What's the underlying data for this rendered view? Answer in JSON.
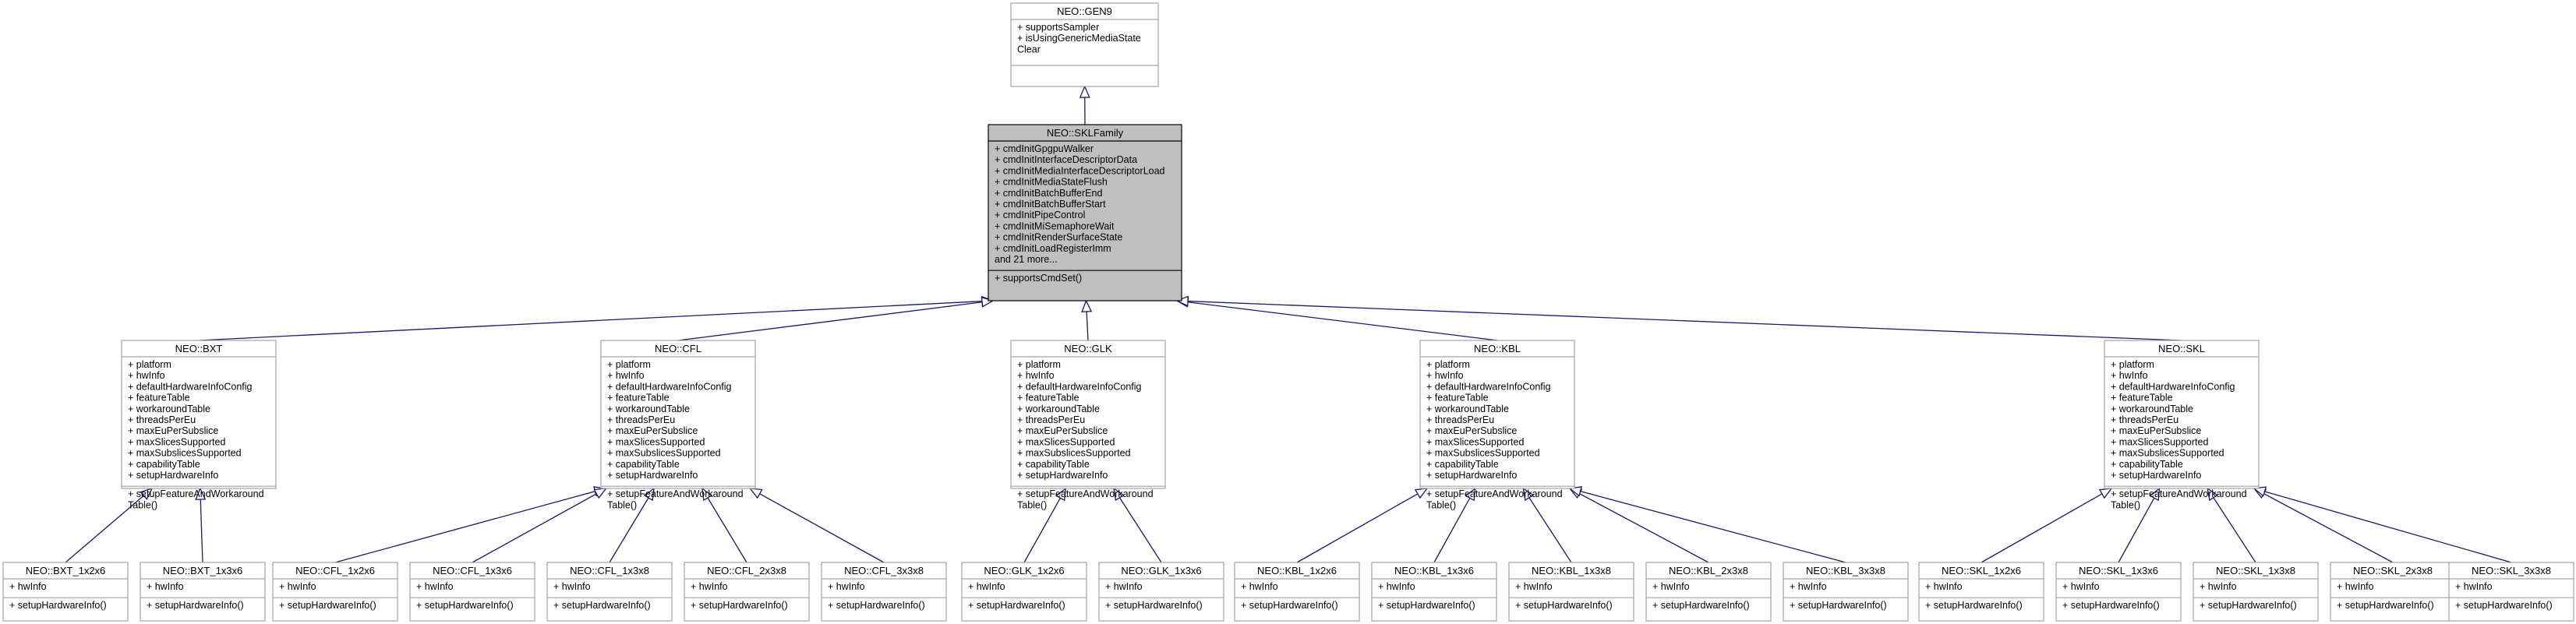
{
  "diagram": {
    "classes": [
      {
        "id": "gen9",
        "name": "NEO::GEN9",
        "attributes": [
          "+ supportsSampler",
          "+ isUsingGenericMediaState",
          "Clear"
        ],
        "methods": [],
        "highlighted": false
      },
      {
        "id": "skl_family",
        "name": "NEO::SKLFamily",
        "attributes": [
          "+ cmdInitGpgpuWalker",
          "+ cmdInitInterfaceDescriptorData",
          "+ cmdInitMediaInterfaceDescriptorLoad",
          "+ cmdInitMediaStateFlush",
          "+ cmdInitBatchBufferEnd",
          "+ cmdInitBatchBufferStart",
          "+ cmdInitPipeControl",
          "+ cmdInitMiSemaphoreWait",
          "+ cmdInitRenderSurfaceState",
          "+ cmdInitLoadRegisterImm",
          "and 21 more..."
        ],
        "methods": [
          "+ supportsCmdSet()"
        ],
        "highlighted": true
      },
      {
        "id": "bxt",
        "name": "NEO::BXT",
        "attributes": [
          "+ platform",
          "+ hwInfo",
          "+ defaultHardwareInfoConfig",
          "+ featureTable",
          "+ workaroundTable",
          "+ threadsPerEu",
          "+ maxEuPerSubslice",
          "+ maxSlicesSupported",
          "+ maxSubslicesSupported",
          "+ capabilityTable",
          "+ setupHardwareInfo"
        ],
        "methods": [
          "+ setupFeatureAndWorkaround",
          "Table()"
        ],
        "highlighted": false
      },
      {
        "id": "cfl",
        "name": "NEO::CFL",
        "attributes": [
          "+ platform",
          "+ hwInfo",
          "+ defaultHardwareInfoConfig",
          "+ featureTable",
          "+ workaroundTable",
          "+ threadsPerEu",
          "+ maxEuPerSubslice",
          "+ maxSlicesSupported",
          "+ maxSubslicesSupported",
          "+ capabilityTable",
          "+ setupHardwareInfo"
        ],
        "methods": [
          "+ setupFeatureAndWorkaround",
          "Table()"
        ],
        "highlighted": false
      },
      {
        "id": "glk",
        "name": "NEO::GLK",
        "attributes": [
          "+ platform",
          "+ hwInfo",
          "+ defaultHardwareInfoConfig",
          "+ featureTable",
          "+ workaroundTable",
          "+ threadsPerEu",
          "+ maxEuPerSubslice",
          "+ maxSlicesSupported",
          "+ maxSubslicesSupported",
          "+ capabilityTable",
          "+ setupHardwareInfo"
        ],
        "methods": [
          "+ setupFeatureAndWorkaround",
          "Table()"
        ],
        "highlighted": false
      },
      {
        "id": "kbl",
        "name": "NEO::KBL",
        "attributes": [
          "+ platform",
          "+ hwInfo",
          "+ defaultHardwareInfoConfig",
          "+ featureTable",
          "+ workaroundTable",
          "+ threadsPerEu",
          "+ maxEuPerSubslice",
          "+ maxSlicesSupported",
          "+ maxSubslicesSupported",
          "+ capabilityTable",
          "+ setupHardwareInfo"
        ],
        "methods": [
          "+ setupFeatureAndWorkaround",
          "Table()"
        ],
        "highlighted": false
      },
      {
        "id": "skl",
        "name": "NEO::SKL",
        "attributes": [
          "+ platform",
          "+ hwInfo",
          "+ defaultHardwareInfoConfig",
          "+ featureTable",
          "+ workaroundTable",
          "+ threadsPerEu",
          "+ maxEuPerSubslice",
          "+ maxSlicesSupported",
          "+ maxSubslicesSupported",
          "+ capabilityTable",
          "+ setupHardwareInfo"
        ],
        "methods": [
          "+ setupFeatureAndWorkaround",
          "Table()"
        ],
        "highlighted": false
      },
      {
        "id": "bxt_1x2x6",
        "name": "NEO::BXT_1x2x6",
        "attributes": [
          "+ hwInfo"
        ],
        "methods": [
          "+ setupHardwareInfo()"
        ],
        "highlighted": false
      },
      {
        "id": "bxt_1x3x6",
        "name": "NEO::BXT_1x3x6",
        "attributes": [
          "+ hwInfo"
        ],
        "methods": [
          "+ setupHardwareInfo()"
        ],
        "highlighted": false
      },
      {
        "id": "cfl_1x2x6",
        "name": "NEO::CFL_1x2x6",
        "attributes": [
          "+ hwInfo"
        ],
        "methods": [
          "+ setupHardwareInfo()"
        ],
        "highlighted": false
      },
      {
        "id": "cfl_1x3x6",
        "name": "NEO::CFL_1x3x6",
        "attributes": [
          "+ hwInfo"
        ],
        "methods": [
          "+ setupHardwareInfo()"
        ],
        "highlighted": false
      },
      {
        "id": "cfl_1x3x8",
        "name": "NEO::CFL_1x3x8",
        "attributes": [
          "+ hwInfo"
        ],
        "methods": [
          "+ setupHardwareInfo()"
        ],
        "highlighted": false
      },
      {
        "id": "cfl_2x3x8",
        "name": "NEO::CFL_2x3x8",
        "attributes": [
          "+ hwInfo"
        ],
        "methods": [
          "+ setupHardwareInfo()"
        ],
        "highlighted": false
      },
      {
        "id": "cfl_3x3x8",
        "name": "NEO::CFL_3x3x8",
        "attributes": [
          "+ hwInfo"
        ],
        "methods": [
          "+ setupHardwareInfo()"
        ],
        "highlighted": false
      },
      {
        "id": "glk_1x2x6",
        "name": "NEO::GLK_1x2x6",
        "attributes": [
          "+ hwInfo"
        ],
        "methods": [
          "+ setupHardwareInfo()"
        ],
        "highlighted": false
      },
      {
        "id": "glk_1x3x6",
        "name": "NEO::GLK_1x3x6",
        "attributes": [
          "+ hwInfo"
        ],
        "methods": [
          "+ setupHardwareInfo()"
        ],
        "highlighted": false
      },
      {
        "id": "kbl_1x2x6",
        "name": "NEO::KBL_1x2x6",
        "attributes": [
          "+ hwInfo"
        ],
        "methods": [
          "+ setupHardwareInfo()"
        ],
        "highlighted": false
      },
      {
        "id": "kbl_1x3x6",
        "name": "NEO::KBL_1x3x6",
        "attributes": [
          "+ hwInfo"
        ],
        "methods": [
          "+ setupHardwareInfo()"
        ],
        "highlighted": false
      },
      {
        "id": "kbl_1x3x8",
        "name": "NEO::KBL_1x3x8",
        "attributes": [
          "+ hwInfo"
        ],
        "methods": [
          "+ setupHardwareInfo()"
        ],
        "highlighted": false
      },
      {
        "id": "kbl_2x3x8",
        "name": "NEO::KBL_2x3x8",
        "attributes": [
          "+ hwInfo"
        ],
        "methods": [
          "+ setupHardwareInfo()"
        ],
        "highlighted": false
      },
      {
        "id": "kbl_3x3x8",
        "name": "NEO::KBL_3x3x8",
        "attributes": [
          "+ hwInfo"
        ],
        "methods": [
          "+ setupHardwareInfo()"
        ],
        "highlighted": false
      },
      {
        "id": "skl_1x2x6",
        "name": "NEO::SKL_1x2x6",
        "attributes": [
          "+ hwInfo"
        ],
        "methods": [
          "+ setupHardwareInfo()"
        ],
        "highlighted": false
      },
      {
        "id": "skl_1x3x6",
        "name": "NEO::SKL_1x3x6",
        "attributes": [
          "+ hwInfo"
        ],
        "methods": [
          "+ setupHardwareInfo()"
        ],
        "highlighted": false
      },
      {
        "id": "skl_1x3x8",
        "name": "NEO::SKL_1x3x8",
        "attributes": [
          "+ hwInfo"
        ],
        "methods": [
          "+ setupHardwareInfo()"
        ],
        "highlighted": false
      },
      {
        "id": "skl_2x3x8",
        "name": "NEO::SKL_2x3x8",
        "attributes": [
          "+ hwInfo"
        ],
        "methods": [
          "+ setupHardwareInfo()"
        ],
        "highlighted": false
      },
      {
        "id": "skl_3x3x8",
        "name": "NEO::SKL_3x3x8",
        "attributes": [
          "+ hwInfo"
        ],
        "methods": [
          "+ setupHardwareInfo()"
        ],
        "highlighted": false
      }
    ],
    "inheritance": [
      {
        "from": "skl_family",
        "to": "gen9"
      },
      {
        "from": "bxt",
        "to": "skl_family"
      },
      {
        "from": "cfl",
        "to": "skl_family"
      },
      {
        "from": "glk",
        "to": "skl_family"
      },
      {
        "from": "kbl",
        "to": "skl_family"
      },
      {
        "from": "skl",
        "to": "skl_family"
      },
      {
        "from": "bxt_1x2x6",
        "to": "bxt"
      },
      {
        "from": "bxt_1x3x6",
        "to": "bxt"
      },
      {
        "from": "cfl_1x2x6",
        "to": "cfl"
      },
      {
        "from": "cfl_1x3x6",
        "to": "cfl"
      },
      {
        "from": "cfl_1x3x8",
        "to": "cfl"
      },
      {
        "from": "cfl_2x3x8",
        "to": "cfl"
      },
      {
        "from": "cfl_3x3x8",
        "to": "cfl"
      },
      {
        "from": "glk_1x2x6",
        "to": "glk"
      },
      {
        "from": "glk_1x3x6",
        "to": "glk"
      },
      {
        "from": "kbl_1x2x6",
        "to": "kbl"
      },
      {
        "from": "kbl_1x3x6",
        "to": "kbl"
      },
      {
        "from": "kbl_1x3x8",
        "to": "kbl"
      },
      {
        "from": "kbl_2x3x8",
        "to": "kbl"
      },
      {
        "from": "kbl_3x3x8",
        "to": "kbl"
      },
      {
        "from": "skl_1x2x6",
        "to": "skl"
      },
      {
        "from": "skl_1x3x6",
        "to": "skl"
      },
      {
        "from": "skl_1x3x8",
        "to": "skl"
      },
      {
        "from": "skl_2x3x8",
        "to": "skl"
      },
      {
        "from": "skl_3x3x8",
        "to": "skl"
      }
    ],
    "colors": {
      "box_fill": "#ffffff",
      "highlight_fill": "#bfbfbf",
      "box_border": "#a3a3a3",
      "highlight_border": "#000000",
      "edge": "#191970"
    }
  }
}
